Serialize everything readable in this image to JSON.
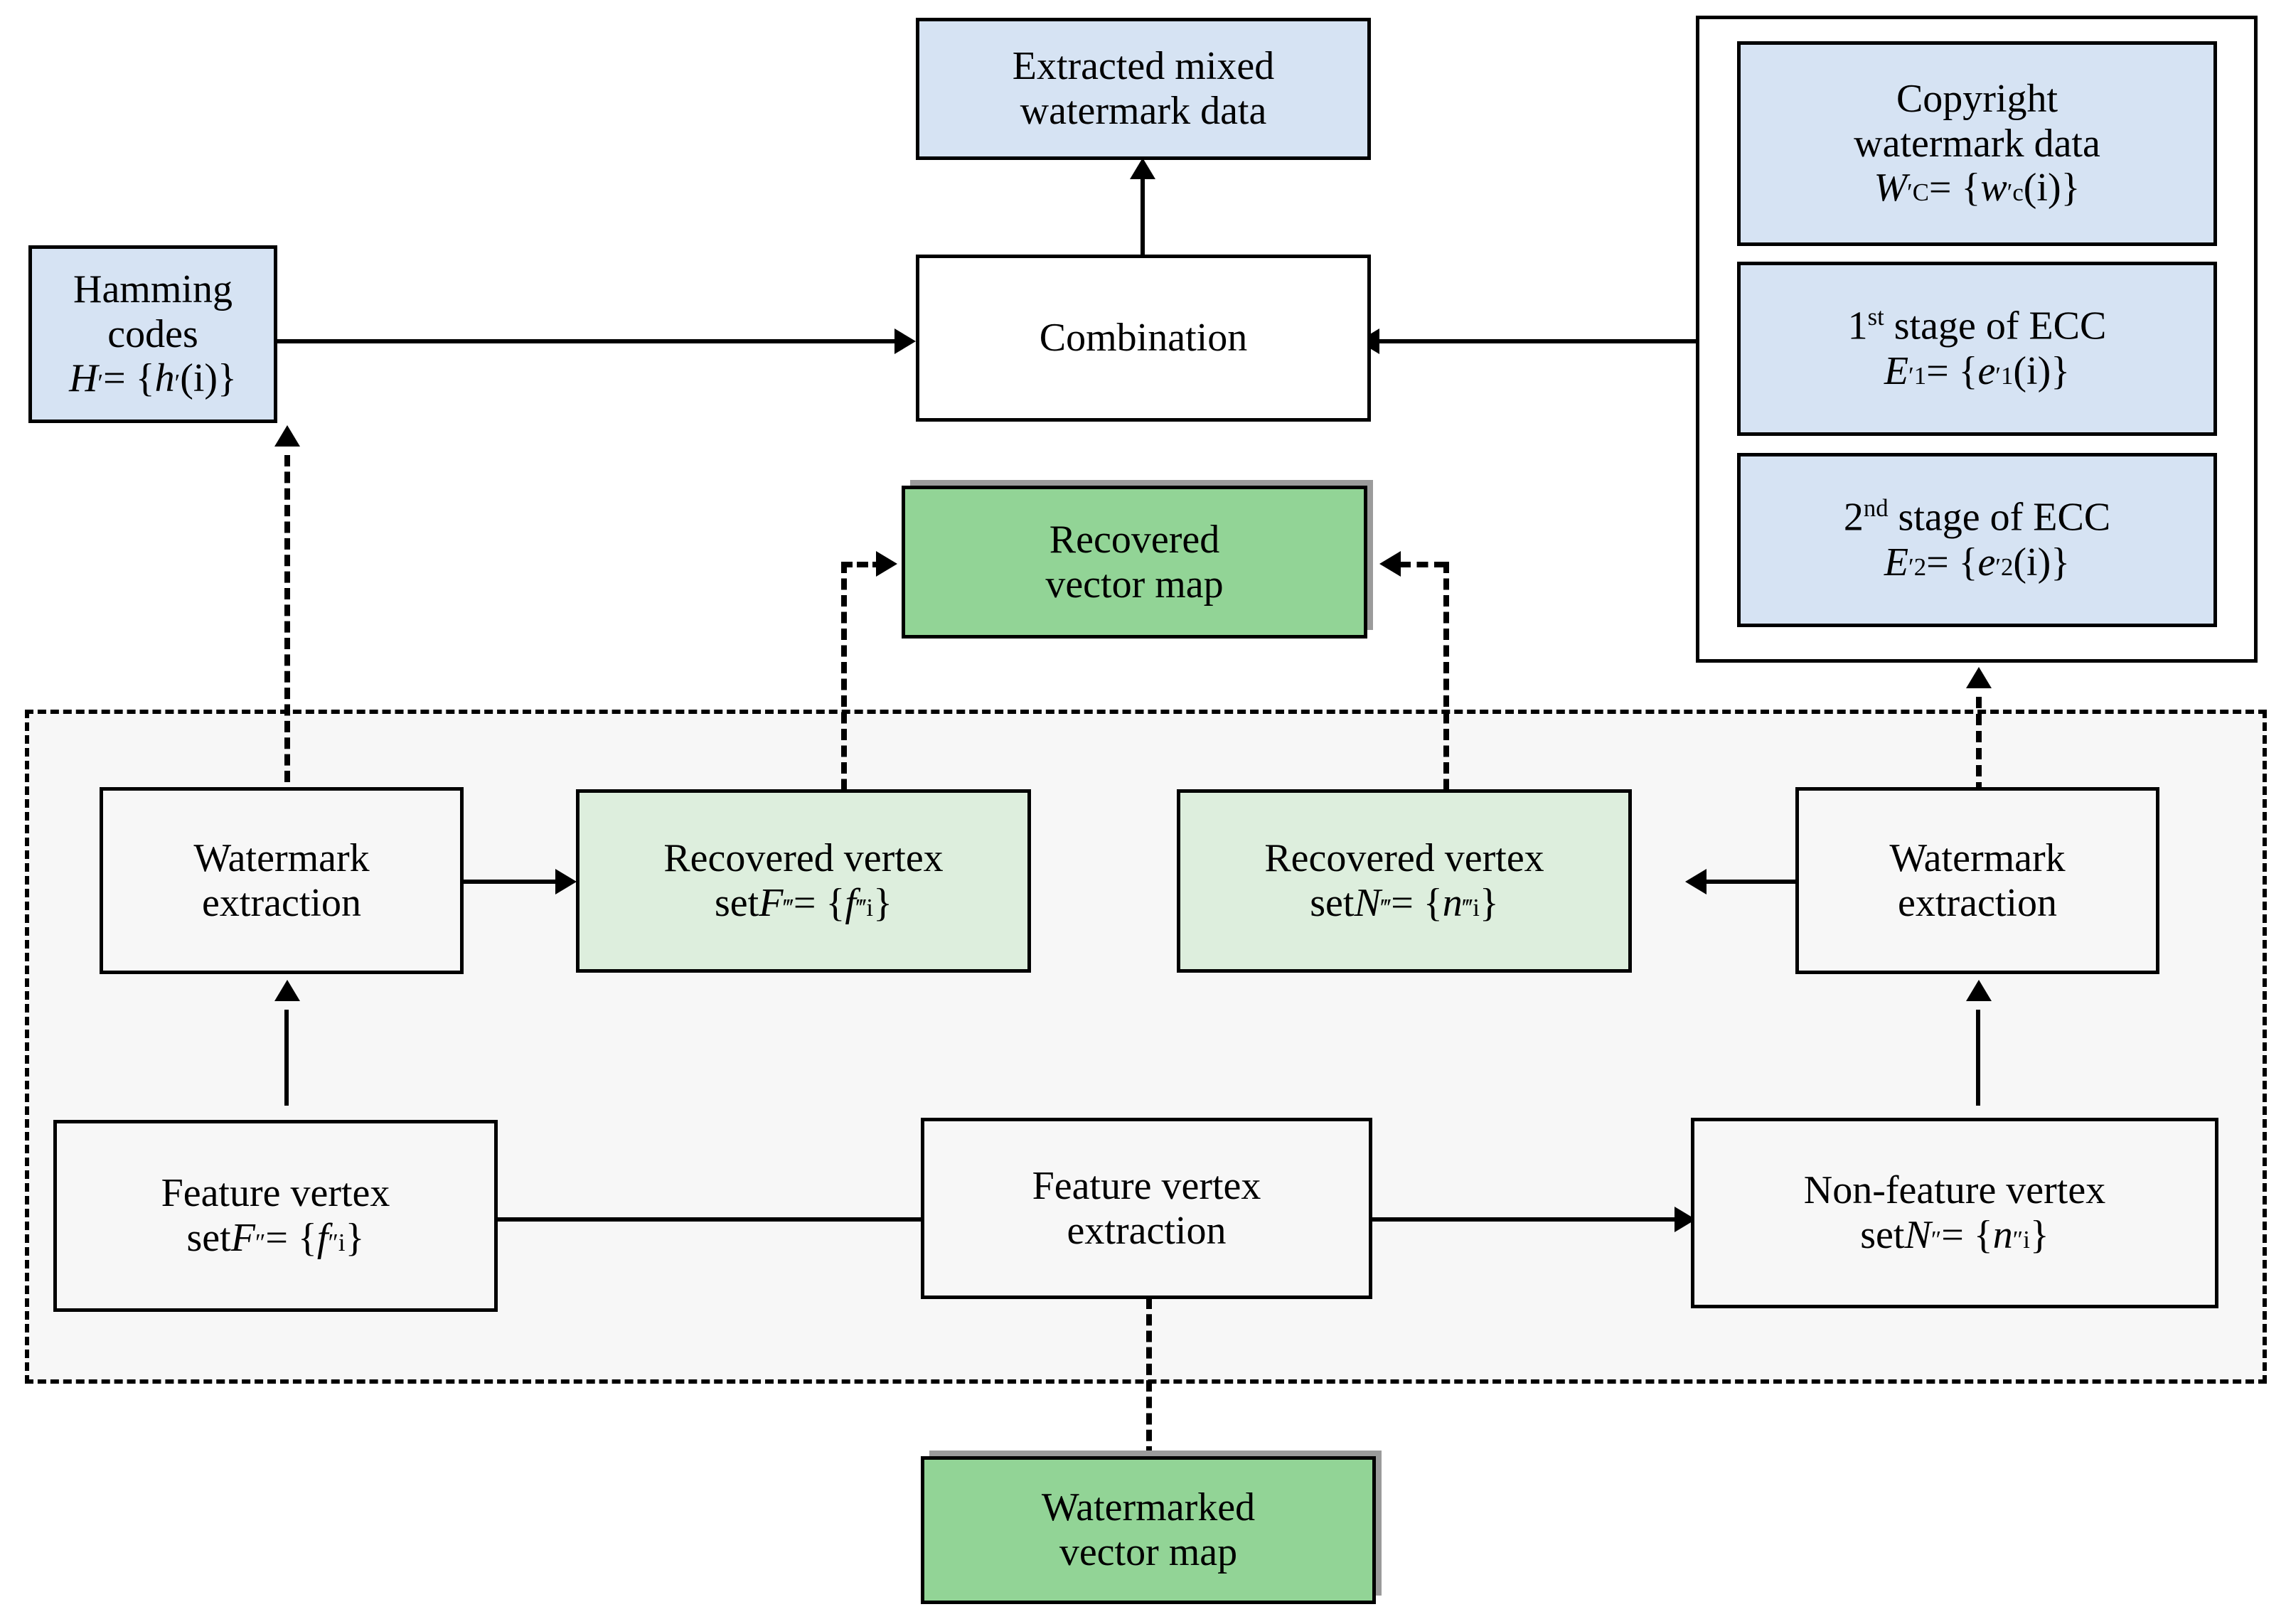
{
  "diagram": {
    "title": "Watermark extraction and vector map recovery flowchart",
    "colors": {
      "blue_fill": "#d6e3f3",
      "green_fill": "#92d496",
      "light_green_fill": "#ddeedd",
      "plain_fill": "#f7f7f7",
      "outline": "#000000",
      "shadow": "#9b9b9b"
    },
    "nodes": {
      "extracted_mixed": {
        "line1": "Extracted mixed",
        "line2": "watermark data"
      },
      "combination": {
        "label": "Combination"
      },
      "hamming": {
        "line1": "Hamming codes",
        "formula": "H′ = {h′(i)}",
        "sym": "H",
        "prime": "′",
        "eq": " = {",
        "fn": "h",
        "arg": "(i)}"
      },
      "copyright": {
        "line1": "Copyright",
        "line2": "watermark data",
        "formula": "W′C = {w′c(i)}",
        "sym": "W",
        "sub": "C",
        "prime": "′",
        "eq": " = {",
        "fn": "w",
        "fnsub": "c",
        "arg": "(i)}"
      },
      "ecc1": {
        "ordinal": "1",
        "ordinal_suffix": "st",
        "line1": " stage of ECC",
        "formula": "E′1 = {e′1(i)}",
        "sym": "E",
        "sub": "1",
        "prime": "′",
        "eq": " = {",
        "fn": "e",
        "fnsub": "1",
        "arg": "(i)}"
      },
      "ecc2": {
        "ordinal": "2",
        "ordinal_suffix": "nd",
        "line1": " stage of ECC",
        "formula": "E′2 = {e′2(i)}",
        "sym": "E",
        "sub": "2",
        "prime": "′",
        "eq": " = {",
        "fn": "e",
        "fnsub": "2",
        "arg": "(i)}"
      },
      "recovered_map": {
        "line1": "Recovered",
        "line2": "vector map"
      },
      "watermark_extraction_left": {
        "line1": "Watermark",
        "line2": "extraction"
      },
      "watermark_extraction_right": {
        "line1": "Watermark",
        "line2": "extraction"
      },
      "recovered_vertex_f": {
        "line1": "Recovered vertex",
        "formula": "set F‴ = {f‴i}",
        "pre": "set ",
        "sym": "F",
        "primes": "‴",
        "eq": " = {",
        "fn": "f",
        "fnsub": "i",
        "close": "}"
      },
      "recovered_vertex_n": {
        "line1": "Recovered vertex",
        "formula": "set N‴ = {n‴i}",
        "pre": "set ",
        "sym": "N",
        "primes": "‴",
        "eq": " = {",
        "fn": "n",
        "fnsub": "i",
        "close": "}"
      },
      "feature_vertex_set": {
        "line1": "Feature vertex",
        "formula": "set F″ = {f″i}",
        "pre": "set ",
        "sym": "F",
        "primes": "″",
        "eq": " = {",
        "fn": "f",
        "fnsub": "i",
        "close": "}"
      },
      "feature_vertex_extraction": {
        "line1": "Feature vertex",
        "line2": "extraction"
      },
      "non_feature_vertex_set": {
        "line1": "Non-feature vertex",
        "formula": "set N″ = {n″i}",
        "pre": "set ",
        "sym": "N",
        "primes": "″",
        "eq": " = {",
        "fn": "n",
        "fnsub": "i",
        "close": "}"
      },
      "watermarked_map": {
        "line1": "Watermarked",
        "line2": "vector map"
      }
    }
  }
}
